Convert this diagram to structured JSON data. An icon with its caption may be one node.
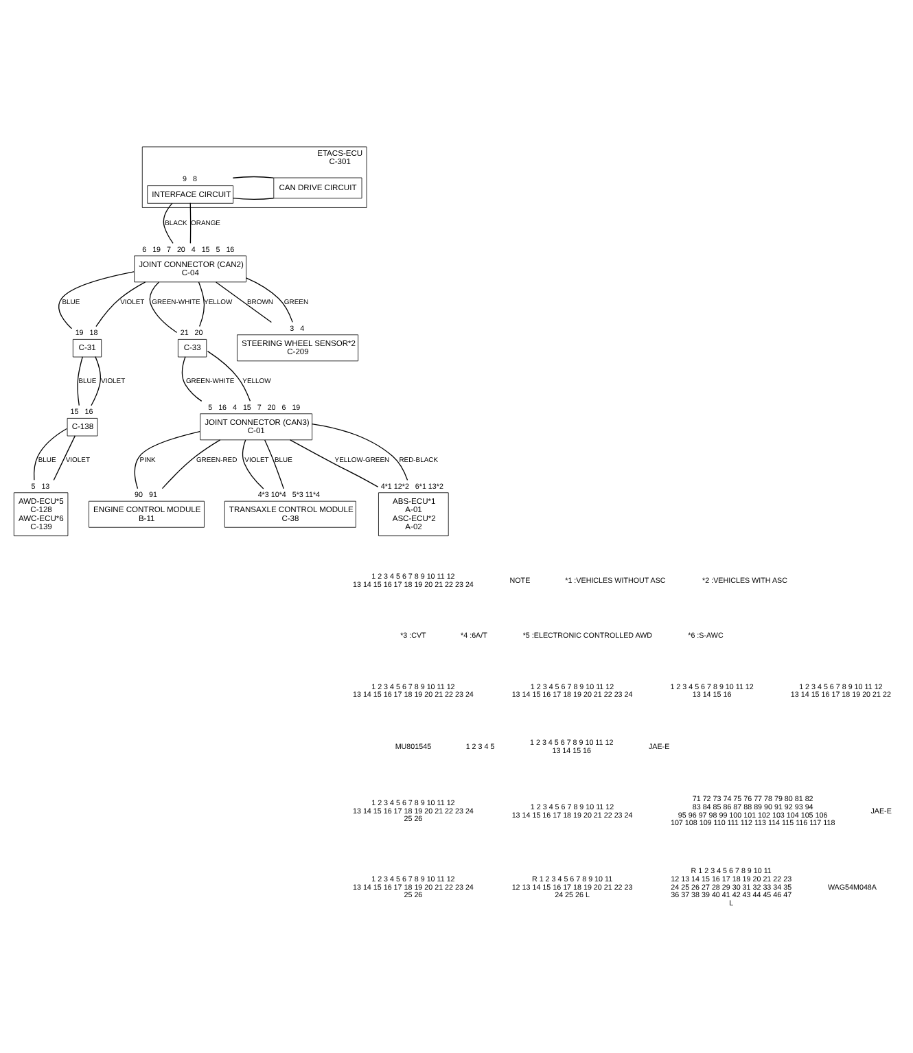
{
  "diagram": {
    "nodes": [
      {
        "text": [
          "ETACS-ECU",
          "C-301"
        ]
      },
      {
        "text": [
          "INTERFACE CIRCUIT"
        ],
        "in": 0,
        "beside": [
          "9",
          "8"
        ]
      },
      {
        "text": [
          "CAN DRIVE CIRCUIT"
        ],
        "in": 0
      },
      {
        "text": [
          "JOINT CONNECTOR (CAN2)",
          "C-04"
        ],
        "beside": [
          "6",
          "19",
          "7",
          "20",
          "4",
          "15",
          "5",
          "16"
        ]
      },
      {
        "text": [
          "C-31"
        ],
        "beside": [
          "19",
          "18"
        ]
      },
      {
        "text": [
          "C-138"
        ],
        "beside": [
          "15",
          "16"
        ]
      },
      {
        "text": [
          "C-33"
        ],
        "beside": [
          "21",
          "20"
        ]
      },
      {
        "text": [
          "STEERING WHEEL SENSOR*2",
          "C-209"
        ],
        "beside": [
          "3",
          "4"
        ]
      },
      {
        "text": [
          "AWD-ECU*5",
          "C-128",
          "AWC-ECU*6",
          "C-139"
        ],
        "beside": [
          "5",
          "13"
        ]
      },
      {
        "text": [
          "JOINT CONNECTOR (CAN3)",
          "C-01"
        ],
        "beside": [
          "5",
          "16",
          "4",
          "15",
          "7",
          "20",
          "6",
          "19"
        ]
      },
      {
        "text": [
          "ENGINE CONTROL MODULE",
          "B-11"
        ],
        "beside": [
          "90",
          "91"
        ]
      },
      {
        "text": [
          "TRANSAXLE CONTROL MODULE",
          "C-38"
        ],
        "beside": [
          "4*3 10*4",
          "5*3 11*4"
        ]
      },
      {
        "text": [
          "ABS-ECU*1",
          "A-01",
          "ASC-ECU*2",
          "A-02"
        ],
        "beside": [
          "4*1 12*2",
          "6*1 13*2"
        ]
      }
    ],
    "edges": [
      {
        "from": 1,
        "to": 2,
        "arrow": "none"
      },
      {
        "from": 1,
        "to": 2,
        "arrow": "none"
      },
      {
        "from": 1,
        "to": 3,
        "arrow": "none",
        "label": "BLACK"
      },
      {
        "from": 1,
        "to": 3,
        "arrow": "none",
        "label": "ORANGE"
      },
      {
        "from": 3,
        "to": 6,
        "arrow": "none",
        "label": "GREEN-WHITE"
      },
      {
        "from": 3,
        "to": 6,
        "arrow": "none",
        "label": "YELLOW"
      },
      {
        "from": 3,
        "to": 7,
        "arrow": "none",
        "label": "BROWN"
      },
      {
        "from": 3,
        "to": 7,
        "arrow": "none",
        "label": "GREEN"
      },
      {
        "from": 3,
        "to": 4,
        "arrow": "none",
        "label": "BLUE"
      },
      {
        "from": 3,
        "to": 4,
        "arrow": "none",
        "label": "VIOLET"
      },
      {
        "from": 4,
        "to": 5,
        "arrow": "none",
        "label": "BLUE"
      },
      {
        "from": 4,
        "to": 5,
        "arrow": "none",
        "label": "VIOLET"
      },
      {
        "from": 5,
        "to": 8,
        "arrow": "none",
        "label": "BLUE"
      },
      {
        "from": 5,
        "to": 8,
        "arrow": "none",
        "label": "VIOLET"
      },
      {
        "from": 6,
        "to": 9,
        "arrow": "none",
        "label": "GREEN-WHITE"
      },
      {
        "from": 6,
        "to": 9,
        "arrow": "none",
        "label": "YELLOW"
      },
      {
        "from": 9,
        "to": 10,
        "arrow": "none",
        "label": "PINK"
      },
      {
        "from": 9,
        "to": 10,
        "arrow": "none",
        "label": "GREEN-RED"
      },
      {
        "from": 9,
        "to": 11,
        "arrow": "none",
        "label": "VIOLET"
      },
      {
        "from": 9,
        "to": 11,
        "arrow": "none",
        "label": "BLUE"
      },
      {
        "from": 9,
        "to": 12,
        "arrow": "none",
        "label": "YELLOW-GREEN"
      },
      {
        "from": 9,
        "to": 12,
        "arrow": "none",
        "label": "RED-BLACK"
      }
    ],
    "labels": [
      "1 2 3 4 5 6 7 8 9 10 11 12 13 14 15 16 17 18 19 20 21 22 23 24",
      "NOTE",
      "*1 :VEHICLES WITHOUT ASC",
      "*2 :VEHICLES WITH ASC",
      "*3 :CVT",
      "*4 :6A/T",
      "*5 :ELECTRONIC CONTROLLED AWD",
      "*6 :S-AWC",
      "1 2 3 4 5 6 7 8 9 10 11 12 13 14 15 16 17 18 19 20 21 22 23 24",
      "1 2 3 4 5 6 7 8 9 10 11 12 13 14 15 16 17 18 19 20 21 22 23 24",
      "1 2 3 4 5 6 7 8 9 10 11 12 13 14 15 16",
      "1 2 3 4 5 6 7 8 9 10 11 12 13 14 15 16 17 18 19 20 21 22",
      "MU801545",
      "1 2 3 4 5",
      "1 2 3 4 5 6 7 8 9 10 11 12 13 14 15 16",
      "JAE-E",
      "1 2 3 4 5 6 7 8 9 10 11 12 13 14 15 16 17 18 19 20 21 22 23 24 25 26",
      "1 2 3 4 5 6 7 8 9 10 11 12 13 14 15 16 17 18 19 20 21 22 23 24",
      "71 72 73 74 75 76 77 78 79 80 81 82 83 84 85 86 87 88 89 90 91 92 93 94 95 96 97 98 99 100 101 102 103 104 105 106 107 108 109 110 111 112 113 114 115 116 117 118",
      "JAE-E",
      "1 2 3 4 5 6 7 8 9 10 11 12 13 14 15 16 17 18 19 20 21 22 23 24 25 26",
      "R 1 2 3 4 5 6 7 8 9 10 11 12 13 14 15 16 17 18 19 20 21 22 23 24 25 26 L",
      "R 1 2 3 4 5 6 7 8 9 10 11 12 13 14 15 16 17 18 19 20 21 22 23 24 25 26 27 28 29 30 31 32 33 34 35 36 37 38 39 40 41 42 43 44 45 46 47 L",
      "WAG54M048A"
    ]
  }
}
